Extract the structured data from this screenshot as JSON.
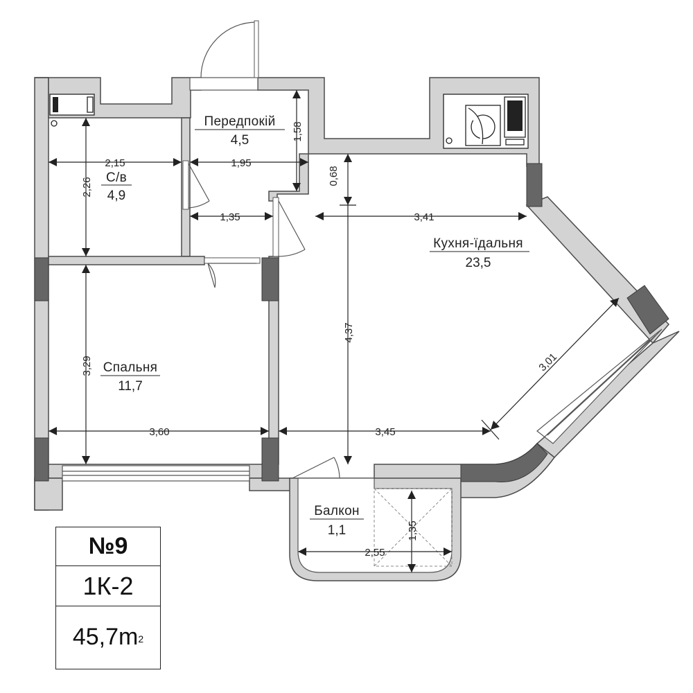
{
  "rooms": {
    "hallway": {
      "name": "Передпокій",
      "area": "4,5"
    },
    "bathroom": {
      "name": "С/в",
      "area": "4,9"
    },
    "bedroom": {
      "name": "Спальня",
      "area": "11,7"
    },
    "kitchen": {
      "name": "Кухня-їдальня",
      "area": "23,5"
    },
    "balcony": {
      "name": "Балкон",
      "area": "1,1"
    }
  },
  "dimensions": {
    "bath_width": "2,15",
    "bath_height": "2,26",
    "hall_width": "1,95",
    "hall_height": "1,58",
    "hall_lower_width": "1,35",
    "kitchen_niche": "0,68",
    "kitchen_width": "3,41",
    "kitchen_height": "4,37",
    "kitchen_diagonal": "3,01",
    "kitchen_bottom_width": "3,45",
    "bedroom_height": "3,29",
    "bedroom_width": "3,60",
    "balcony_height": "1,35",
    "balcony_width": "2,55"
  },
  "info": {
    "number": "№9",
    "type": "1К-2",
    "area_value": "45,7m",
    "area_unit_sup": "2"
  },
  "colors": {
    "wall": "#d3d3d3",
    "pillar": "#666666",
    "line": "#222222"
  }
}
